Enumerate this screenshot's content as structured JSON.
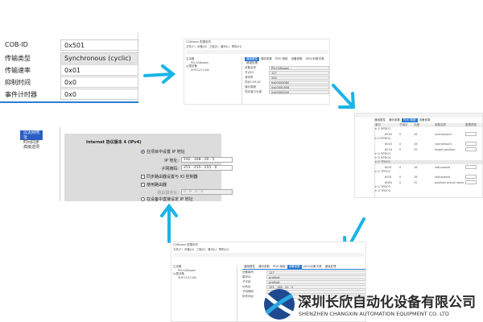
{
  "colors": {
    "arrow": "#1ab4e8",
    "accent": "#2a78d0",
    "logo": "#1f4a8f"
  },
  "pdo_panel": {
    "rows": [
      {
        "label": "COB-ID",
        "value": "0x501"
      },
      {
        "label": "传输类型",
        "value": "Synchronous (cyclic)"
      },
      {
        "label": "传输速率",
        "value": "0x01"
      },
      {
        "label": "抑制时间",
        "value": "0x0"
      },
      {
        "label": "事件计时器",
        "value": "0x0"
      }
    ]
  },
  "canopen_window": {
    "title": "CANopen 配置软件",
    "menu": [
      "文件(F)",
      "设备(D)",
      "工程(E)",
      "通讯(L)",
      "帮助(H)"
    ],
    "tree": [
      "主设备",
      "PN-CANopen",
      "从属设备",
      "ZH5123-CAN"
    ],
    "tabs": [
      "通用属性",
      "通讯参数",
      "PDO 映射",
      "设备参数",
      "SDO/对象字典",
      "错误处理"
    ],
    "fields": [
      {
        "label": "设备名称",
        "value": "PN-CANopen"
      },
      {
        "label": "节点ID",
        "value": "127"
      },
      {
        "label": "波特率",
        "value": "500"
      },
      {
        "label": "同步COB-ID",
        "value": "0x00000080"
      },
      {
        "label": "通讯周期",
        "value": "0x000003E8"
      },
      {
        "label": "同步窗口长度",
        "value": "0x00000000"
      }
    ]
  },
  "pdo_window": {
    "tabs": [
      "通用属性",
      "通讯参数",
      "PDO 映射",
      "设备参数"
    ],
    "columns": [
      "索引",
      "子索引",
      "长度",
      "参数名称",
      "数据类型"
    ],
    "groups": [
      {
        "name": "RPDO1",
        "entries": [
          {
            "index": "6040",
            "sub": "0",
            "len": "16",
            "name": "controlword"
          }
        ]
      },
      {
        "name": "RPDO2",
        "entries": [
          {
            "index": "6040",
            "sub": "0",
            "len": "16",
            "name": "controlword"
          },
          {
            "index": "607A",
            "sub": "0",
            "len": "32",
            "name": "target position"
          }
        ]
      },
      {
        "name": "RPDO3",
        "entries": []
      },
      {
        "name": "RPDO4",
        "entries": []
      },
      {
        "name": "TPDO1",
        "entries": [
          {
            "index": "6041",
            "sub": "0",
            "len": "16",
            "name": "statusword"
          }
        ]
      },
      {
        "name": "TPDO2",
        "entries": [
          {
            "index": "6041",
            "sub": "0",
            "len": "16",
            "name": "statusword"
          },
          {
            "index": "6064",
            "sub": "0",
            "len": "32",
            "name": "position actual value"
          }
        ]
      },
      {
        "name": "TPDO3",
        "entries": []
      },
      {
        "name": "TPDO4",
        "entries": []
      }
    ]
  },
  "device_window": {
    "title": "CANopen 配置软件",
    "menu": [
      "文件(F)",
      "设备(D)",
      "工程(E)",
      "通讯(L)",
      "帮助(H)"
    ],
    "tree": [
      "主设备",
      "PN-CANopen",
      "从属设备",
      "ZH5123-CAN"
    ],
    "tabs": [
      "通用属性",
      "通讯参数",
      "PDO 映射",
      "设备参数",
      "SDO/对象字典",
      "错误处理"
    ],
    "active_tab": "设备参数",
    "fields": [
      {
        "label": "设备编号",
        "value": "127"
      },
      {
        "label": "模块ID",
        "value": "profinet"
      },
      {
        "label": "子字段",
        "value": "profinet"
      },
      {
        "label": "ip地址",
        "value": "192 . 168 . 20 . 5"
      },
      {
        "label": "子网掩码",
        "value": ""
      },
      {
        "label": "网关地址",
        "value": ""
      }
    ]
  },
  "ip_panel": {
    "sidebar": [
      "以太网地址",
      "时间同步",
      "高级选项"
    ],
    "heading": "Internet 协议版本 4 (IPv4)",
    "set_in_project": "在项目中设置 IP 地址",
    "ip_label": "IP 地址:",
    "ip_value": "192 . 168 . 20 . 5",
    "mask_label": "子网掩码:",
    "mask_value": "255 . 255 . 255 . 0",
    "sync_router": "同步路由器设置与 IO 控制器",
    "use_router": "使用路由器",
    "router_label": "路由器地址:",
    "router_value": "0 . 0 . 0 . 0",
    "set_in_device": "在设备中直接设定 IP 地址"
  },
  "logo": {
    "cn": "深圳长欣自动化设备有限公司",
    "en": "SHENZHEN CHANGXIN AUTOMATION EQUIPMENT CO. LTD"
  }
}
